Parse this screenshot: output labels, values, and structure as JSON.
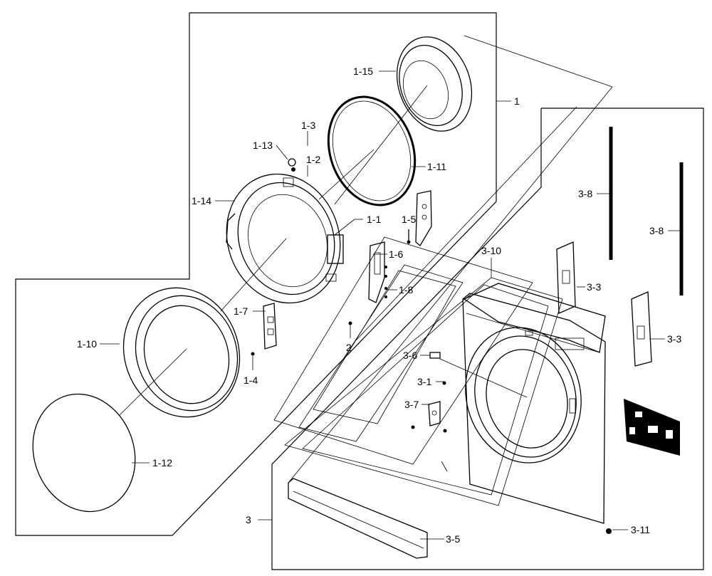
{
  "labels": {
    "p1": "1",
    "p1_1": "1-1",
    "p1_2": "1-2",
    "p1_3": "1-3",
    "p1_4": "1-4",
    "p1_5": "1-5",
    "p1_6": "1-6",
    "p1_7": "1-7",
    "p1_8": "1-8",
    "p1_10": "1-10",
    "p1_11": "1-11",
    "p1_12": "1-12",
    "p1_13": "1-13",
    "p1_14": "1-14",
    "p1_15": "1-15",
    "p2": "2",
    "p3": "3",
    "p3_1": "3-1",
    "p3_3a": "3-3",
    "p3_3b": "3-3",
    "p3_5": "3-5",
    "p3_6": "3-6",
    "p3_7": "3-7",
    "p3_8a": "3-8",
    "p3_8b": "3-8",
    "p3_10": "3-10",
    "p3_11": "3-11"
  }
}
